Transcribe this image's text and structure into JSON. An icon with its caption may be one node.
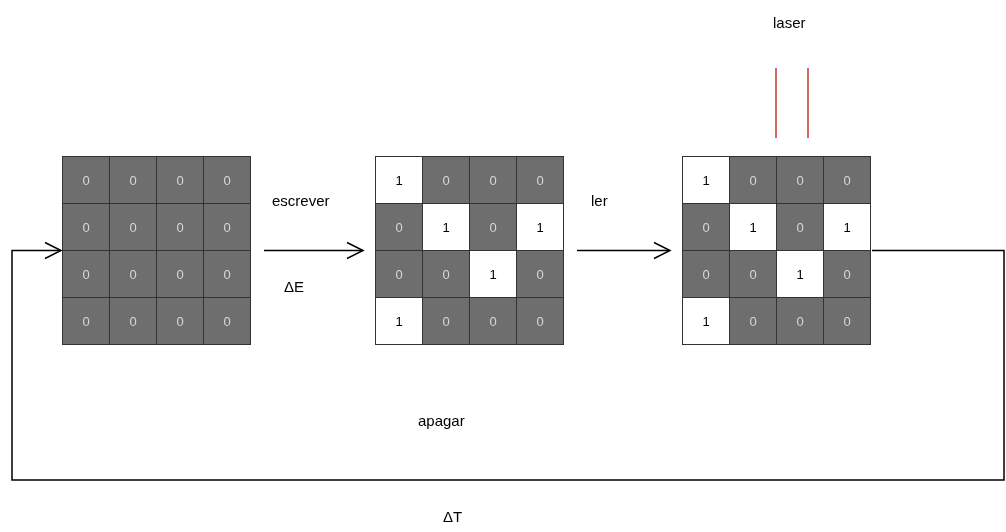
{
  "diagram": {
    "nodes": [
      {
        "text": [
          "0",
          "0",
          "0",
          "0",
          "0",
          "0",
          "0",
          "0",
          "0",
          "0",
          "0",
          "0",
          "0",
          "0",
          "0",
          "0"
        ]
      },
      {
        "text": [
          "1",
          "0",
          "0",
          "0",
          "0",
          "1",
          "0",
          "1",
          "0",
          "0",
          "1",
          "0",
          "1",
          "0",
          "0",
          "0"
        ]
      },
      {
        "text": [
          "1",
          "0",
          "0",
          "0",
          "0",
          "1",
          "0",
          "1",
          "0",
          "0",
          "1",
          "0",
          "1",
          "0",
          "0",
          "0"
        ]
      }
    ],
    "edges": [
      {
        "from": 0,
        "to": 1,
        "arrow": "to",
        "label": "escrever"
      },
      {
        "from": 1,
        "to": 2,
        "arrow": "to",
        "label": "ler"
      },
      {
        "from": 2,
        "to": 0,
        "arrow": "to",
        "label": "apagar"
      }
    ],
    "labels": [
      "laser",
      "ΔE",
      "ΔT"
    ]
  }
}
